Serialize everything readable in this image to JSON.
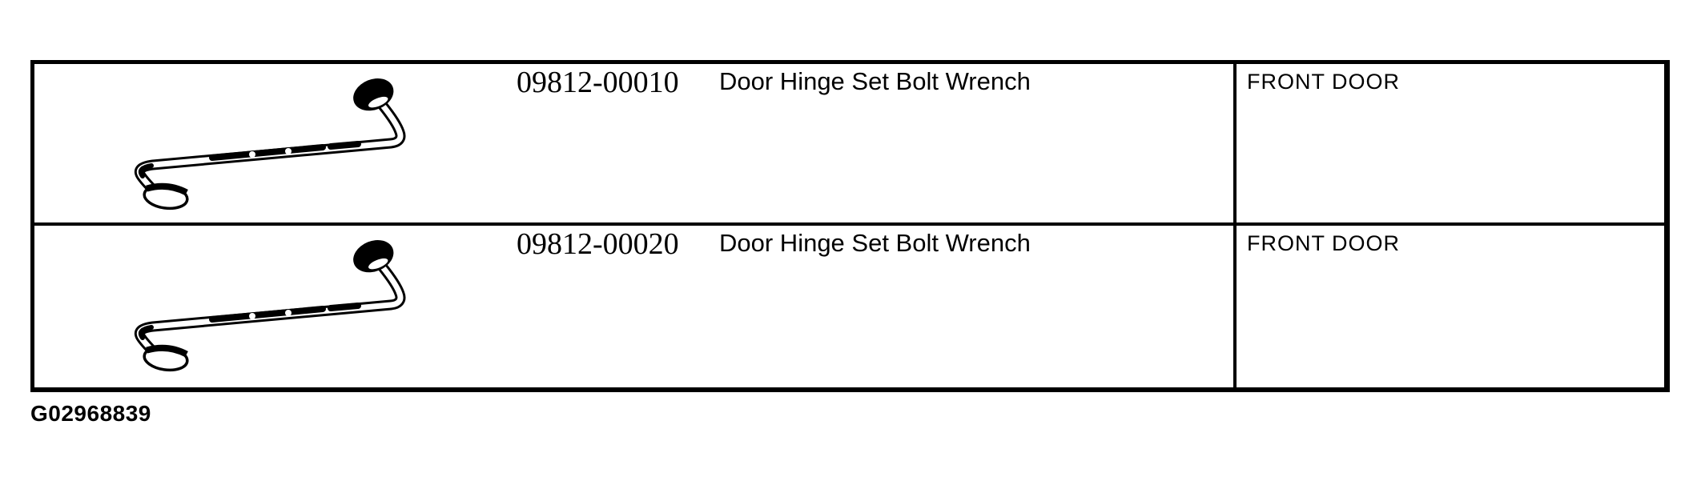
{
  "page": {
    "background_color": "#ffffff",
    "ink_color": "#000000"
  },
  "figure_caption": "G02968839",
  "table": {
    "columns": [
      "illustration",
      "part_number",
      "tool_name",
      "application"
    ],
    "rows": [
      {
        "illustration": "offset-door-hinge-bolt-wrench-drawing",
        "part_number": "09812-00010",
        "tool_name": "Door Hinge Set Bolt Wrench",
        "application": "FRONT DOOR"
      },
      {
        "illustration": "offset-door-hinge-bolt-wrench-drawing",
        "part_number": "09812-00020",
        "tool_name": "Door Hinge Set Bolt Wrench",
        "application": "FRONT DOOR"
      }
    ]
  }
}
